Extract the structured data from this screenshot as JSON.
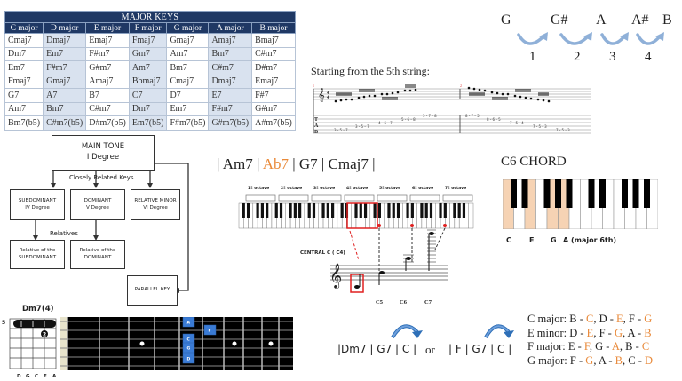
{
  "major_keys_table": {
    "title": "MAJOR KEYS",
    "columns": [
      "C major",
      "D major",
      "E major",
      "F major",
      "G major",
      "A major",
      "B major"
    ],
    "rows": [
      [
        "Cmaj7",
        "Dmaj7",
        "Emaj7",
        "Fmaj7",
        "Gmaj7",
        "Amaj7",
        "Bmaj7"
      ],
      [
        "Dm7",
        "Em7",
        "F#m7",
        "Gm7",
        "Am7",
        "Bm7",
        "C#m7"
      ],
      [
        "Em7",
        "F#m7",
        "G#m7",
        "Am7",
        "Bm7",
        "C#m7",
        "D#m7"
      ],
      [
        "Fmaj7",
        "Gmaj7",
        "Amaj7",
        "Bbmaj7",
        "Cmaj7",
        "Dmaj7",
        "Emaj7"
      ],
      [
        "G7",
        "A7",
        "B7",
        "C7",
        "D7",
        "E7",
        "F#7"
      ],
      [
        "Am7",
        "Bm7",
        "C#m7",
        "Dm7",
        "Em7",
        "F#m7",
        "G#m7"
      ],
      [
        "Bm7(b5)",
        "C#m7(b5)",
        "D#m7(b5)",
        "Em7(b5)",
        "F#m7(b5)",
        "G#m7(b5)",
        "A#m7(b5)"
      ]
    ]
  },
  "semitones": {
    "notes": [
      "G",
      "G#",
      "A",
      "A#",
      "B"
    ],
    "steps": [
      "1",
      "2",
      "3",
      "4"
    ],
    "arrow_color": "#8fb0d8"
  },
  "tab": {
    "title": "Starting from the 5th string:",
    "measure_numbers": [
      "1",
      "2"
    ],
    "clef_letters": [
      "T",
      "A",
      "B"
    ],
    "measure1_groups": [
      {
        "string": 5,
        "frets": "3 - 5 - 7"
      },
      {
        "string": 4,
        "frets": "3 - 5 - 7"
      },
      {
        "string": 3,
        "frets": "4 - 5 - 7"
      },
      {
        "string": 2,
        "frets": "5 - 6 - 8"
      },
      {
        "string": 1,
        "frets": "5 - 7 - 8"
      }
    ],
    "measure2_groups": [
      {
        "string": 1,
        "frets": "8 - 7 - 5"
      },
      {
        "string": 2,
        "frets": "8 - 6 - 5"
      },
      {
        "string": 3,
        "frets": "7 - 5 - 4"
      },
      {
        "string": 4,
        "frets": "7 - 5 - 3"
      },
      {
        "string": 5,
        "frets": "7 - 5 - 3"
      }
    ]
  },
  "flowchart": {
    "main": {
      "line1": "MAIN TONE",
      "line2": "I Degree"
    },
    "closely_related_label": "Closely  Related Keys",
    "relatives_label": "Relatives",
    "subdominant": {
      "line1": "SUBDOMINANT",
      "line2": "IV Degree"
    },
    "dominant": {
      "line1": "DOMINANT",
      "line2": "V Degree"
    },
    "relative_minor": {
      "line1": "RELATIVE MINOR",
      "line2": "VI Degree"
    },
    "rel_subdominant": {
      "line1": "Relative of the",
      "line2": "SUBDOMINANT"
    },
    "rel_dominant": {
      "line1": "Relative of the",
      "line2": "DOMINANT"
    },
    "parallel": {
      "line1": "PARALLEL KEY"
    }
  },
  "progression": {
    "parts": [
      "| Am7 | ",
      "Ab7",
      " | G7 | Cmaj7 |"
    ],
    "highlight_color": "#e98a3a"
  },
  "piano_octaves": {
    "labels": [
      "1º octave",
      "2º octave",
      "3º octave",
      "4º octave",
      "5º octave",
      "6º octave",
      "7º octave"
    ],
    "central_c_label": "CENTRAL C ( C4)",
    "staff_labels": [
      "C5",
      "C6",
      "C7"
    ],
    "highlight_color": "#e02020"
  },
  "c6_chord": {
    "title": "C6 CHORD",
    "labels": [
      "C",
      "E",
      "G",
      "A (major 6th)"
    ],
    "highlight_color": "#f6d3b4"
  },
  "chord_diagram": {
    "title": "Dm7(4)",
    "fret_number": "5",
    "finger": "2",
    "strings": [
      "D",
      "G",
      "C",
      "F",
      "A"
    ]
  },
  "fretboard": {
    "notes": [
      "A",
      "F",
      "C",
      "G",
      "D"
    ],
    "note_color": "#3a7bd5"
  },
  "cadences": {
    "left": "|Dm7 | G7 | C |",
    "or": "or",
    "right": "| F | G7 | C |"
  },
  "relative_keys": [
    {
      "key": "C major: ",
      "pairs": [
        [
          "B",
          "C"
        ],
        [
          "D",
          "E"
        ],
        [
          "F",
          "G"
        ]
      ]
    },
    {
      "key": "E minor: ",
      "pairs": [
        [
          "D",
          "E"
        ],
        [
          "F",
          "G"
        ],
        [
          "A",
          "B"
        ]
      ]
    },
    {
      "key": "F major: ",
      "pairs": [
        [
          "E",
          "F"
        ],
        [
          "G",
          "A"
        ],
        [
          "B",
          "C"
        ]
      ]
    },
    {
      "key": "G major: ",
      "pairs": [
        [
          "F",
          "G"
        ],
        [
          "A",
          "B"
        ],
        [
          "C",
          "D"
        ]
      ]
    }
  ]
}
